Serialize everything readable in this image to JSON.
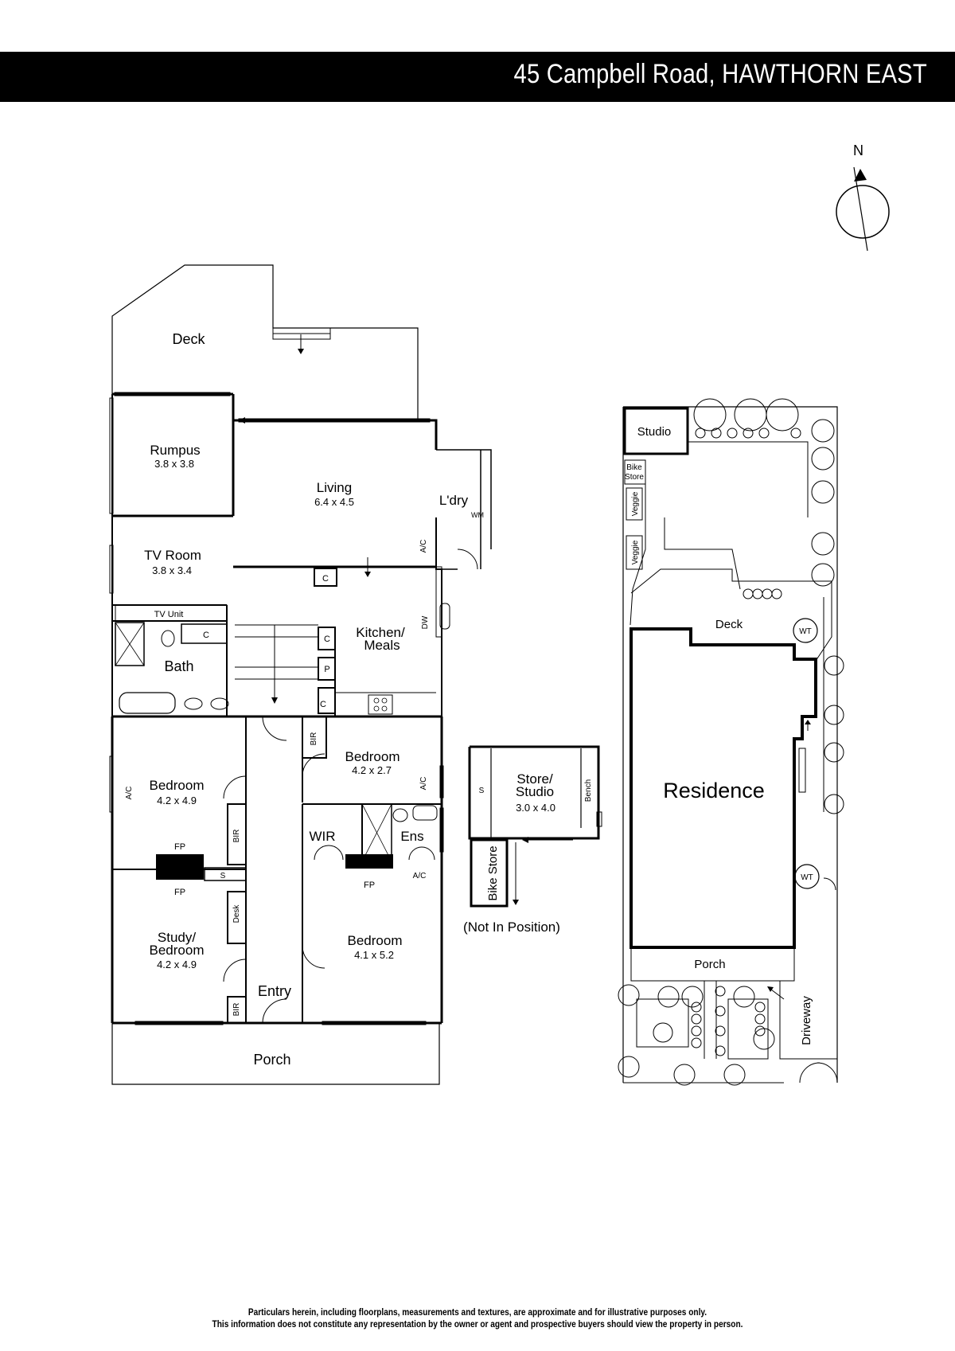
{
  "header": {
    "title": "45 Campbell Road, HAWTHORN EAST"
  },
  "compass": {
    "north_label": "N"
  },
  "house": {
    "deck": "Deck",
    "rumpus": {
      "name": "Rumpus",
      "size": "3.8 x 3.8"
    },
    "living": {
      "name": "Living",
      "size": "6.4 x 4.5"
    },
    "laundry": "L'dry",
    "wm": "WM",
    "ac_living": "A/C",
    "tv_room": {
      "name": "TV Room",
      "size": "3.8 x 3.4"
    },
    "cupboard": "C",
    "tv_unit": "TV Unit",
    "kitchen": {
      "line1": "Kitchen/",
      "line2": "Meals"
    },
    "dw": "DW",
    "pantry": "P",
    "bath": "Bath",
    "bir": "BIR",
    "bedroom_front_right": {
      "name": "Bedroom",
      "size": "4.2 x 2.7"
    },
    "ac_bed2": "A/C",
    "bedroom_left": {
      "name": "Bedroom",
      "size": "4.2 x 4.9"
    },
    "ac_bed1": "A/C",
    "fp": "FP",
    "shelf": "S",
    "desk": "Desk",
    "wir": "WIR",
    "ens": "Ens",
    "ac_ens": "A/C",
    "study": {
      "line1": "Study/",
      "line2": "Bedroom",
      "size": "4.2 x 4.9"
    },
    "bedroom_main": {
      "name": "Bedroom",
      "size": "4.1 x 5.2"
    },
    "entry": "Entry",
    "porch": "Porch"
  },
  "store": {
    "line1": "Store/",
    "line2": "Studio",
    "size": "3.0 x 4.0",
    "s": "S",
    "bench": "Bench",
    "bike_store": "Bike Store",
    "note": "(Not In Position)"
  },
  "site": {
    "studio": "Studio",
    "bike_store_1": "Bike",
    "bike_store_2": "Store",
    "veggie": "Veggie",
    "deck": "Deck",
    "wt": "WT",
    "residence": "Residence",
    "porch": "Porch",
    "driveway": "Driveway"
  },
  "footer": {
    "line1": "Particulars herein, including floorplans, measurements and textures, are approximate and for illustrative purposes only.",
    "line2": "This information does not constitute any representation by the owner or agent and prospective buyers should view the property in person."
  }
}
